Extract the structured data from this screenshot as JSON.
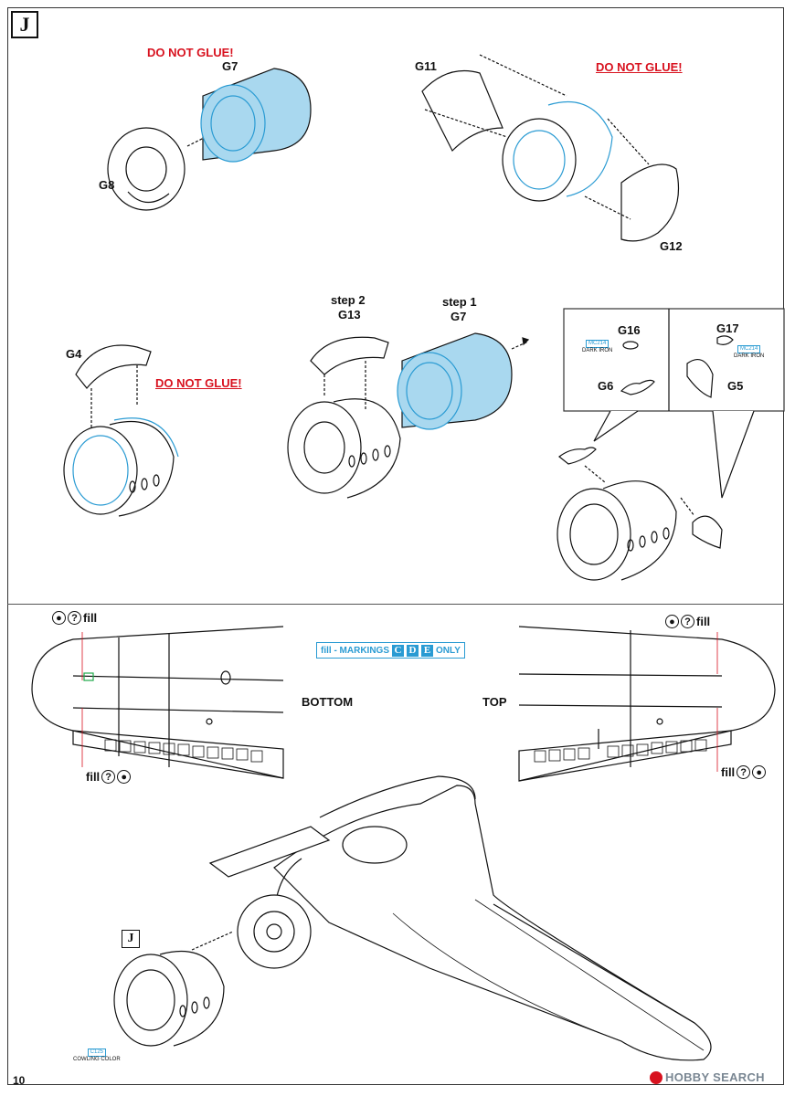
{
  "page": {
    "step_letter": "J",
    "page_number": "10"
  },
  "warnings": {
    "do_not_glue": "DO NOT GLUE!"
  },
  "parts": {
    "g7": "G7",
    "g8": "G8",
    "g11": "G11",
    "g12": "G12",
    "g4": "G4",
    "g13": "G13",
    "g16": "G16",
    "g6": "G6",
    "g17": "G17",
    "g5": "G5"
  },
  "steps": {
    "step2": "step 2",
    "step1": "step 1"
  },
  "paints": {
    "mc214": "MC214",
    "dark_iron": "DARK IRON",
    "c125": "C125",
    "cowling_color": "COWLING COLOR"
  },
  "fill_banner": {
    "prefix": "fill - MARKINGS",
    "marks": [
      "C",
      "D",
      "E"
    ],
    "suffix": "ONLY"
  },
  "wing_views": {
    "bottom": "BOTTOM",
    "top": "TOP",
    "fill": "fill",
    "question": "?"
  },
  "watermark": "HOBBY SEARCH",
  "colors": {
    "accent_blue": "#2a9bd3",
    "part_blue": "#a9d8ef",
    "warning_red": "#d8121f"
  }
}
